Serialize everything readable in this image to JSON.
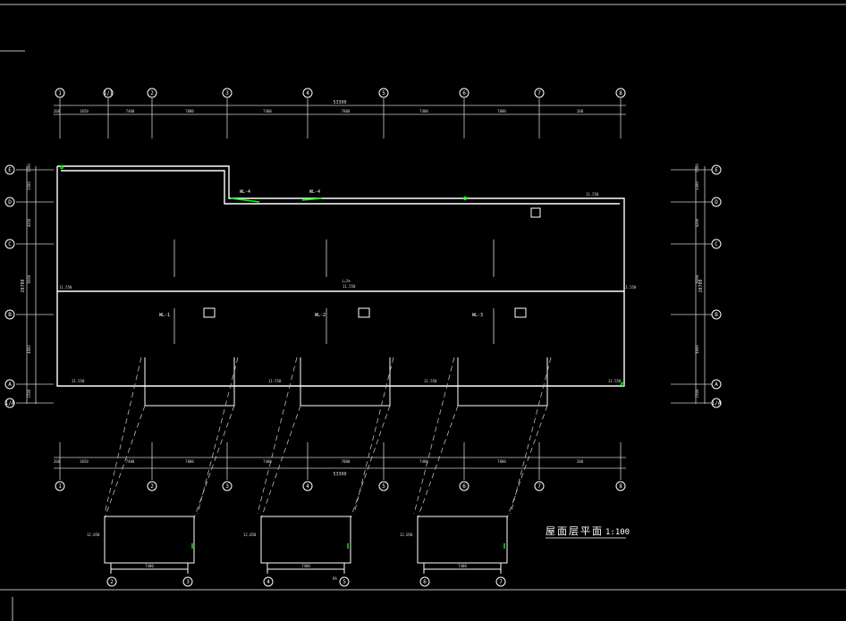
{
  "drawing": {
    "title": "屋面层平面",
    "scale": "1:100",
    "colors": {
      "background": "#000000",
      "line": "#ffffff",
      "accent": "#00ff00"
    },
    "top_axes": [
      "1",
      "1/1",
      "2",
      "3",
      "4",
      "5",
      "6",
      "7",
      "8"
    ],
    "bottom_axes": [
      "1",
      "2",
      "3",
      "4",
      "5",
      "6",
      "7",
      "8"
    ],
    "side_axes": [
      "E",
      "D",
      "C",
      "B",
      "A",
      "1/A"
    ],
    "dim_total_label": "53300",
    "dim_segments_top": [
      "200",
      "3650",
      "7400",
      "7800",
      "7400",
      "7800",
      "7400",
      "7800",
      "200"
    ],
    "dim_segments_bottom": [
      "200",
      "3650",
      "7400",
      "7800",
      "7400",
      "7800",
      "7400",
      "7800",
      "200"
    ],
    "side_dims": [
      "1500",
      "3300",
      "4200",
      "6000",
      "4800",
      "1500"
    ],
    "side_total": "20700",
    "slope_tags": [
      "WL-1",
      "WL-2",
      "WL-3",
      "WL-4",
      "WL-4"
    ],
    "slope_label": "i=2%",
    "elevations": [
      "11.550",
      "11.550",
      "11.550",
      "11.550",
      "11.550",
      "11.550",
      "11.550",
      "11.550"
    ],
    "detail_labels": [
      "12.050",
      "12.050",
      "12.050"
    ],
    "detail_dims": [
      "7400",
      "7400",
      "7400"
    ],
    "detail_axes": [
      [
        "2",
        "3"
      ],
      [
        "4",
        "5"
      ],
      [
        "6",
        "7"
      ]
    ],
    "detail_caption": "RA"
  }
}
